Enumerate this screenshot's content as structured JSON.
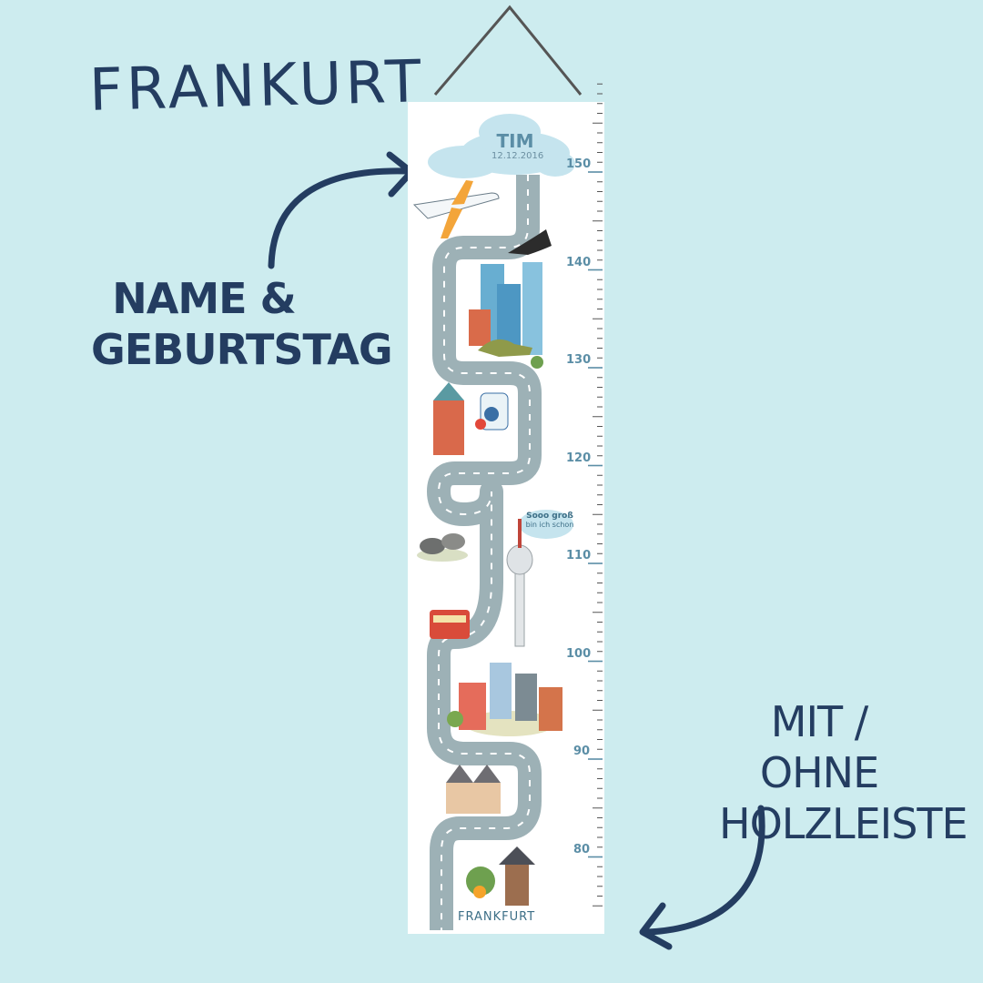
{
  "headline": "FRANKURT",
  "labels": {
    "name_line1": "NAME &",
    "name_line2": "GEBURTSTAG",
    "rail_line1": "MIT / OHNE",
    "rail_line2": "HOLZLEISTE"
  },
  "cloud": {
    "name": "TIM",
    "date": "12.12.2016"
  },
  "bubble": {
    "line1": "Sooo groß",
    "line2": "bin ich schon"
  },
  "scale": {
    "labels": [
      "150",
      "140",
      "130",
      "120",
      "110",
      "100",
      "90",
      "80"
    ],
    "range_cm": [
      75,
      159
    ]
  },
  "footer": "FRANKFURT",
  "colors": {
    "background": "#cdecef",
    "text_dark": "#243d61",
    "road": "#9db1b6",
    "accent_blue": "#5b8ea6"
  },
  "icons": [
    "airplane-icon",
    "eagle-icon",
    "skyscrapers-icon",
    "dinosaur-icon",
    "apple-wine-jug-icon",
    "tower-building-icon",
    "bull-bear-icon",
    "tv-tower-icon",
    "tram-icon",
    "old-town-houses-icon",
    "roemer-icon",
    "observation-tower-icon",
    "apple-tree-icon"
  ]
}
